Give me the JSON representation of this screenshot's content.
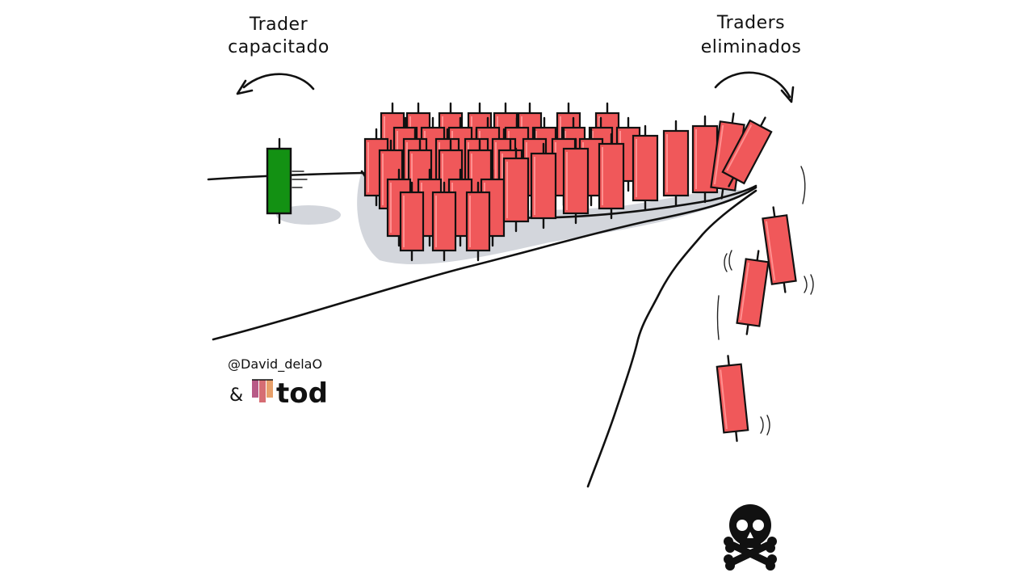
{
  "labels": {
    "left": [
      "Trader",
      "capacitado"
    ],
    "right": [
      "Traders",
      "eliminados"
    ]
  },
  "credit": {
    "handle": "@David_delaO",
    "ampersand": "&",
    "brand": "tod"
  },
  "colors": {
    "red_candle": "#f0585a",
    "green_candle": "#139113",
    "shadow": "#d3d6dc",
    "ink": "#111111",
    "logo_bars": [
      "#b85a87",
      "#d66d73",
      "#e8a06a"
    ]
  },
  "icons": [
    "skull-crossbones-icon",
    "curved-arrow-left-icon",
    "curved-arrow-right-icon"
  ]
}
